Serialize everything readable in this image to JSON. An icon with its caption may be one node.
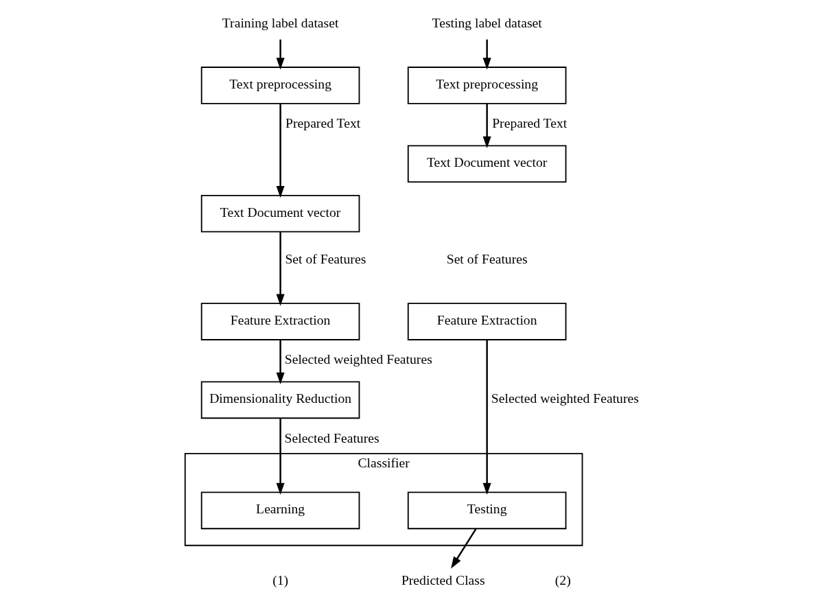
{
  "diagram": {
    "nodes": [
      {
        "text": [
          "Training label dataset"
        ]
      },
      {
        "text": [
          "Text preprocessing"
        ]
      },
      {
        "text": [
          "Text Document vector"
        ]
      },
      {
        "text": [
          "Feature Extraction"
        ]
      },
      {
        "text": [
          "Dimensionality Reduction"
        ]
      },
      {
        "text": [
          "Testing label dataset"
        ]
      },
      {
        "text": [
          "Text preprocessing"
        ]
      },
      {
        "text": [
          "Text Document vector"
        ]
      },
      {
        "text": [
          "Feature Extraction"
        ]
      },
      {
        "text": [
          "Classifier"
        ]
      },
      {
        "text": [
          "Learning"
        ],
        "in": 9
      },
      {
        "text": [
          "Testing"
        ],
        "in": 9
      },
      {
        "text": [
          "Predicted Class"
        ]
      }
    ],
    "edges": [
      {
        "from": 0,
        "to": 1,
        "arrow": "to"
      },
      {
        "from": 1,
        "to": 2,
        "arrow": "to",
        "label": "Prepared Text"
      },
      {
        "from": 2,
        "to": 3,
        "arrow": "to",
        "label": "Set of Features"
      },
      {
        "from": 3,
        "to": 4,
        "arrow": "to",
        "label": "Selected weighted Features"
      },
      {
        "from": 4,
        "to": 10,
        "arrow": "to",
        "label": "Selected Features"
      },
      {
        "from": 5,
        "to": 6,
        "arrow": "to"
      },
      {
        "from": 6,
        "to": 7,
        "arrow": "to",
        "label": "Prepared Text"
      },
      {
        "from": 8,
        "to": 11,
        "arrow": "to",
        "label": "Selected weighted Features"
      },
      {
        "from": 11,
        "to": 12,
        "arrow": "to"
      }
    ],
    "labels": [
      "Set of Features",
      "(1)",
      "(2)"
    ]
  }
}
